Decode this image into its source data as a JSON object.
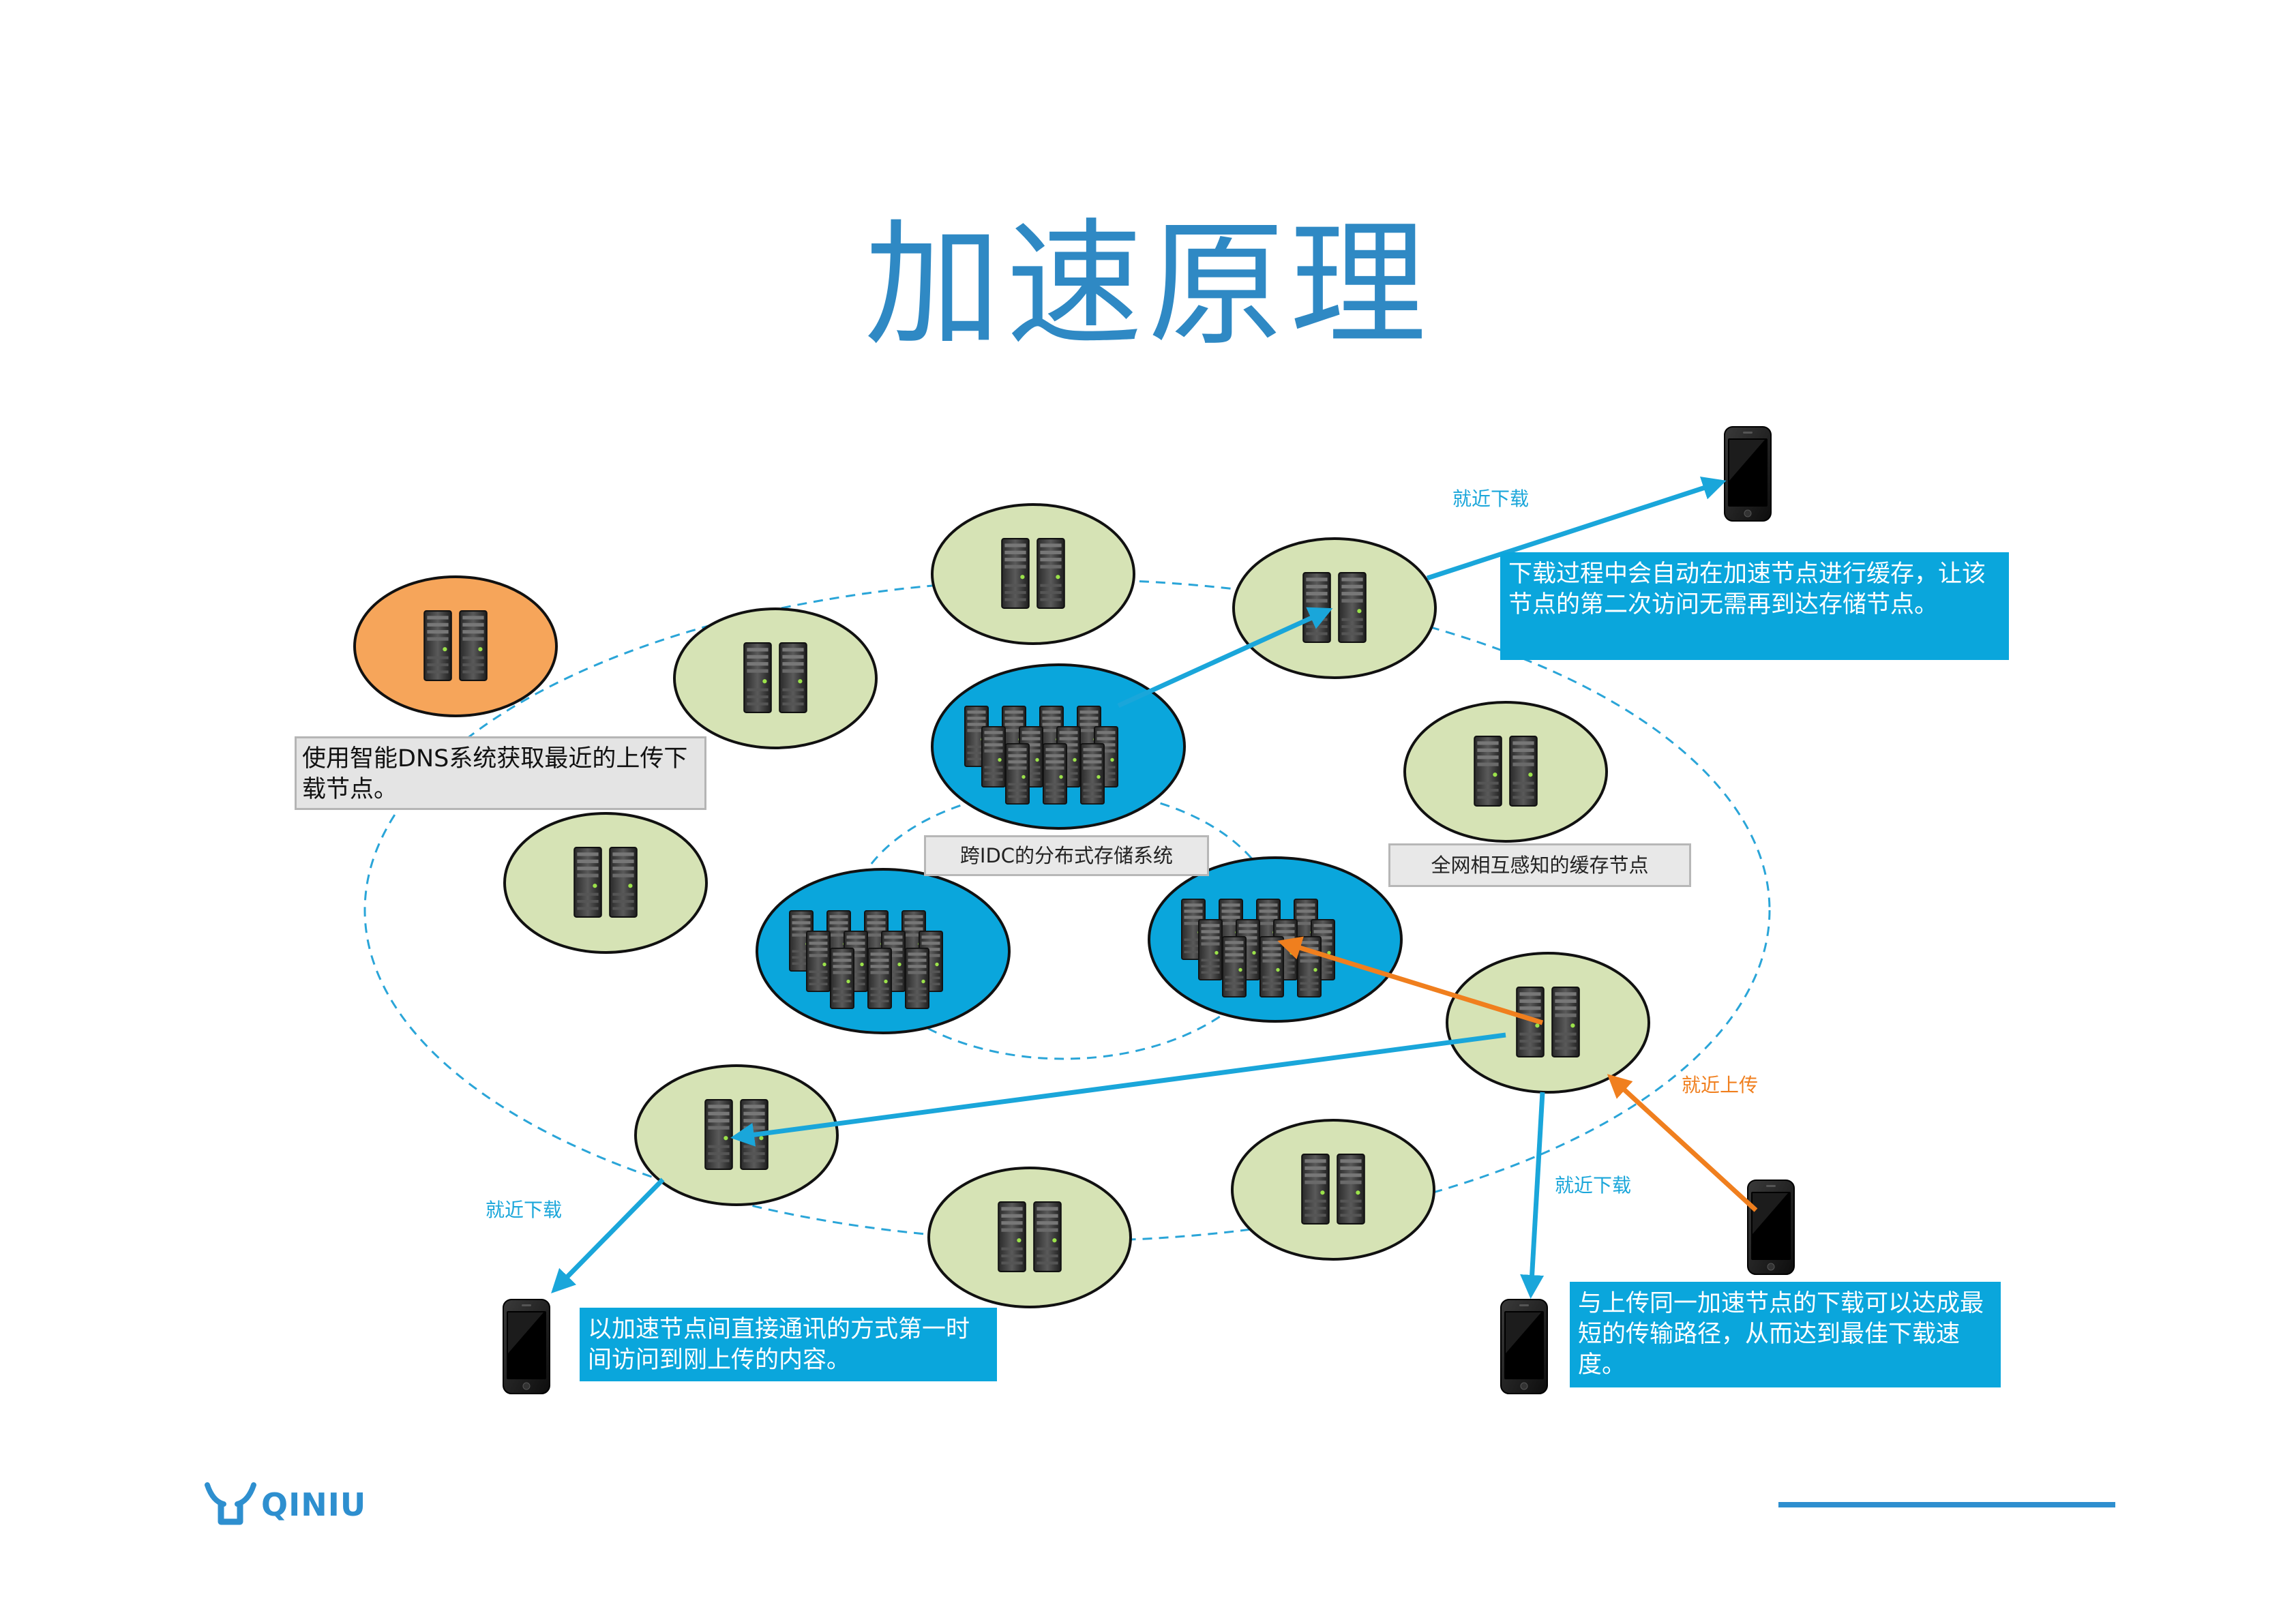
{
  "title": "加速原理",
  "labels": {
    "idc": "跨IDC的分布式存储系统",
    "cache_nodes": "全网相互感知的缓存节点"
  },
  "notes": {
    "dns": "使用智能DNS系统获取最近的上传下载节点。",
    "cache_download": "下载过程中会自动在加速节点进行缓存，让该节点的第二次访问无需再到达存储节点。",
    "direct_comm": "以加速节点间直接通讯的方式第一时间访问到刚上传的内容。",
    "same_node": "与上传同一加速节点的下载可以达成最短的传输路径，从而达到最佳下载速度。"
  },
  "arrow_labels": {
    "download_top": "就近下载",
    "download_left": "就近下载",
    "download_right": "就近下载",
    "upload": "就近上传"
  },
  "logo": {
    "text": "QINIU"
  },
  "colors": {
    "title": "#2f89c4",
    "blue_arrow": "#1aa6da",
    "orange_arrow": "#f07f1e",
    "cache_node_fill": "#d6e3b5",
    "storage_node_fill": "#0aa6dc",
    "dns_node_fill": "#f6a55a",
    "note_blue": "#0aa6dc",
    "note_grey": "#e4e4e4"
  },
  "icons": [
    "server-icon",
    "phone-icon",
    "qiniu-logo-icon"
  ]
}
